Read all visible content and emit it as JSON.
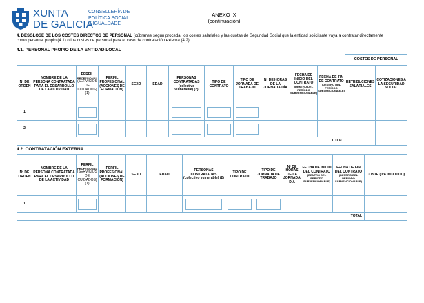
{
  "header": {
    "logo_line1": "XUNTA",
    "logo_line2": "DE GALICIA",
    "dept_line1": "CONSELLERÍA DE",
    "dept_line2": "POLÍTICA SOCIAL",
    "dept_line3": "E IGUALDADE",
    "annex_title": "ANEXO IX",
    "annex_sub": "(continuación)"
  },
  "section4": {
    "title": "4. DESGLOSE DE LOS COSTES DIRECTOS DE PERSONAL",
    "note": " (cúbranse según proceda, los costes salariales y las cuotas de Seguridad Social que la entidad solicitante vaya a contratar directamente",
    "note2": "como personal propio (4.1) o los costes de personal para el caso de contratación externa (4.2)"
  },
  "section41": {
    "title": "4.1. PERSONAL PROPIO DE LA ENTIDAD LOCAL",
    "group_header": "COSTES DE PERSONAL",
    "headers": {
      "num": "Nº DE ORDEN",
      "name": "NOMBRE DE LA PERSONA CONTRATADA PARA EL DESARROLLO DE LA ACTIVIDAD",
      "perfil1_a": "PERFIL",
      "perfil1_b": "PROFESIONAL",
      "perfil1_c": "(SERVICIOS DE CUIDADOS) (1)",
      "perfil2": "PERFIL PROFESIONAL (ACCIONES DE FORMACIÓN)",
      "sexo": "SEXO",
      "edad": "EDAD",
      "personas": "PERSONAS CONTRATADAS (colectivo vulnerable) (2)",
      "tipo_contrato": "TIPO DE CONTRATO",
      "tipo_jornada": "TIPO DE JORNADA DE TRABAJO",
      "horas": "Nº DE HORAS DE LA JORNADA/DÍA",
      "inicio": "FECHA DE INICIO DEL CONTRATO",
      "inicio_sub": "(DENTRO DEL PERÍODO SUBVENCIONABLE)",
      "fin": "FECHA DE FIN DE CONTRATO",
      "fin_sub": "(DENTRO DEL PERÍODO SUBVENCIONABLE)",
      "retrib": "RETRIBUCIONES SALARIALES",
      "cotiz": "COTIZACIONES A LA SEGURIDAD SOCIAL"
    },
    "rows": [
      "1",
      "2"
    ],
    "total": "TOTAL"
  },
  "section42": {
    "title": "4.2. CONTRATACIÓN EXTERNA",
    "headers": {
      "num": "Nº DE ORDEN",
      "name": "NOMBRE DE LA PERSONA CONTRATADA PARA EL DESARROLLO DE LA ACTIVIDAD",
      "perfil1_a": "PERFIL",
      "perfil1_b": "PROFESIONAL",
      "perfil1_c": "(SERVICIOS DE CUIDADOS) (1)",
      "perfil2": "PERFIL PROFESIONAL (ACCIONES DE FORMACIÓN)",
      "sexo": "SEXO",
      "edad": "EDAD",
      "personas": "PERSONAS CONTRATADAS (colectivo vulnerable) (2)",
      "tipo_contrato": "TIPO DE CONTRATO",
      "tipo_jornada": "TIPO DE JORNADA DE TRABAJO",
      "horas": "Nº DE HORAS DE LA JORNADA/ DÍA",
      "inicio": "FECHA DE INICIO DEL CONTRATO",
      "inicio_sub": "(DENTRO DEL PERÍODO SUBVENCIONABLE)",
      "fin": "FECHA DE FIN DEL CONTRATO",
      "fin_sub": "(DENTRO DEL PERÍODO SUBVENCIONABLE)",
      "coste": "COSTE (IVA INCLUIDO)"
    },
    "rows": [
      "1"
    ],
    "total": "TOTAL"
  },
  "colors": {
    "brand": "#1a5ea8",
    "grid": "#7fb3d5"
  }
}
